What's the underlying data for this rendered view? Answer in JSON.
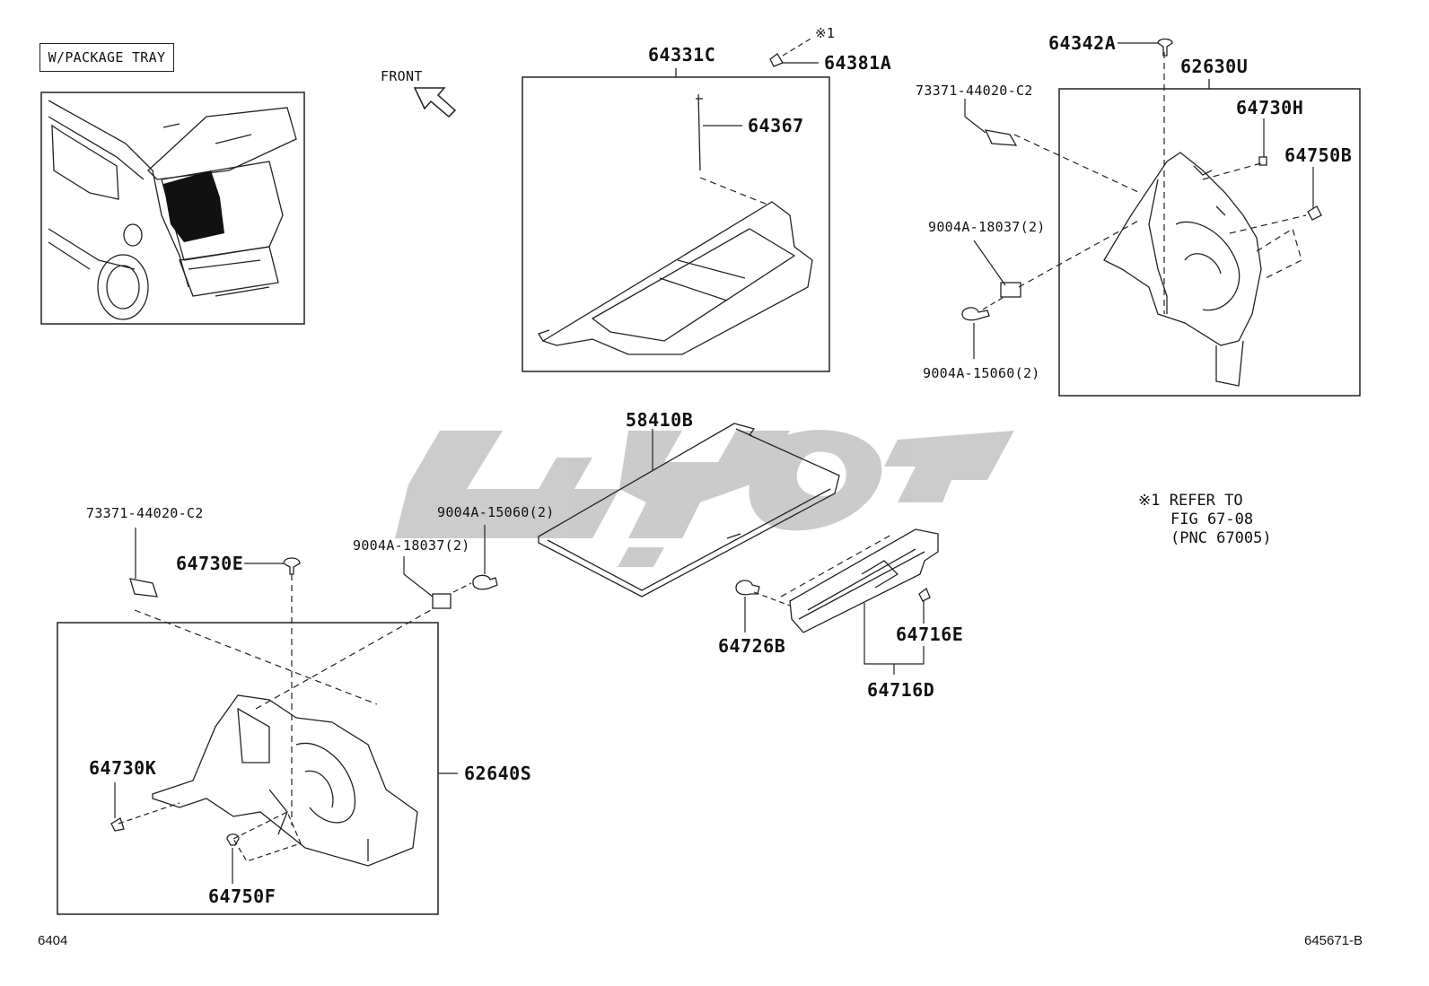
{
  "inset": {
    "label": "W/PACKAGE TRAY"
  },
  "front_label": "FRONT",
  "parts": {
    "p64331C": "64331C",
    "p64381A": "64381A",
    "mark1_top": "※1",
    "p64367": "64367",
    "p64342A": "64342A",
    "p62630U": "62630U",
    "p73371_top": "73371-44020-C2",
    "p64730H": "64730H",
    "p64750B": "64750B",
    "p9004A_18037_top": "9004A-18037(2)",
    "p9004A_15060_top": "9004A-15060(2)",
    "p58410B": "58410B",
    "p73371_bottom": "73371-44020-C2",
    "p64730E": "64730E",
    "p9004A_15060_mid": "9004A-15060(2)",
    "p9004A_18037_mid": "9004A-18037(2)",
    "p62640S": "62640S",
    "p64730K": "64730K",
    "p64750F": "64750F",
    "p64726B": "64726B",
    "p64716E": "64716E",
    "p64716D": "64716D"
  },
  "note": {
    "mark": "※1",
    "line1": "REFER TO",
    "line2": "FIG 67-08",
    "line3": "(PNC 67005)"
  },
  "footer": {
    "left": "6404",
    "right": "645671-B"
  },
  "colors": {
    "ink": "#111111",
    "watermark": "#c9c9c9",
    "mat": "#111111"
  }
}
